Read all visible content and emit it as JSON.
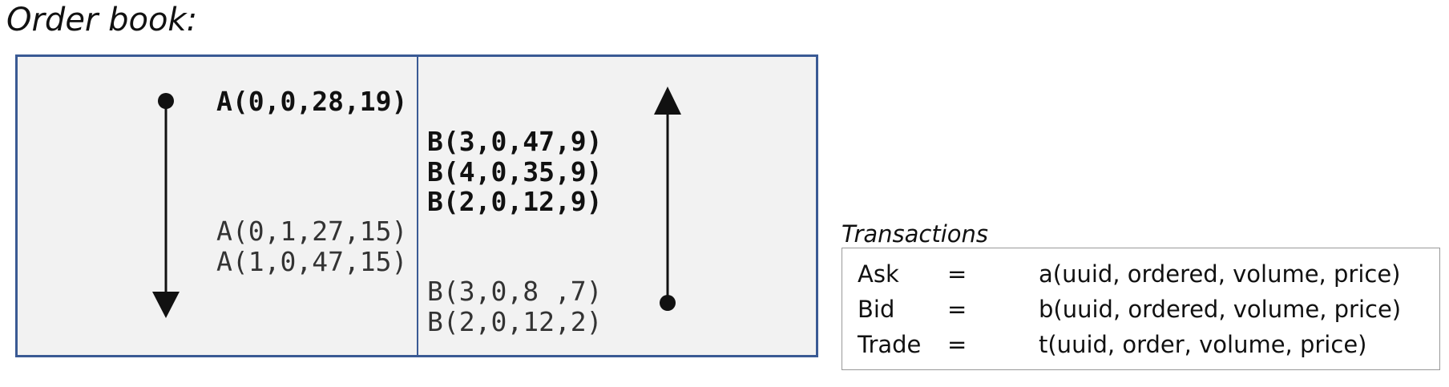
{
  "title": "Order book:",
  "asks": [
    {
      "label": "A(0,0,28,19)",
      "state": "overwritten"
    },
    {
      "label": "A(0,1,27,15)",
      "state": "normal"
    },
    {
      "label": "A(1,0,47,15)",
      "state": "normal"
    }
  ],
  "bids": [
    {
      "label": "B(3,0,47,9)",
      "state": "overwritten"
    },
    {
      "label": "B(4,0,35,9)",
      "state": "overwritten"
    },
    {
      "label": "B(2,0,12,9)",
      "state": "bold"
    },
    {
      "label": "B(3,0,8 ,7)",
      "state": "normal"
    },
    {
      "label": "B(2,0,12,2)",
      "state": "normal"
    }
  ],
  "transactions": {
    "title": "Transactions",
    "rows": [
      {
        "name": "Ask",
        "eq": "=",
        "def": "a(uuid, ordered, volume, price)"
      },
      {
        "name": "Bid",
        "eq": "=",
        "def": "b(uuid, ordered, volume, price)"
      },
      {
        "name": "Trade",
        "eq": "=",
        "def": "t(uuid, order, volume, price)"
      }
    ]
  }
}
